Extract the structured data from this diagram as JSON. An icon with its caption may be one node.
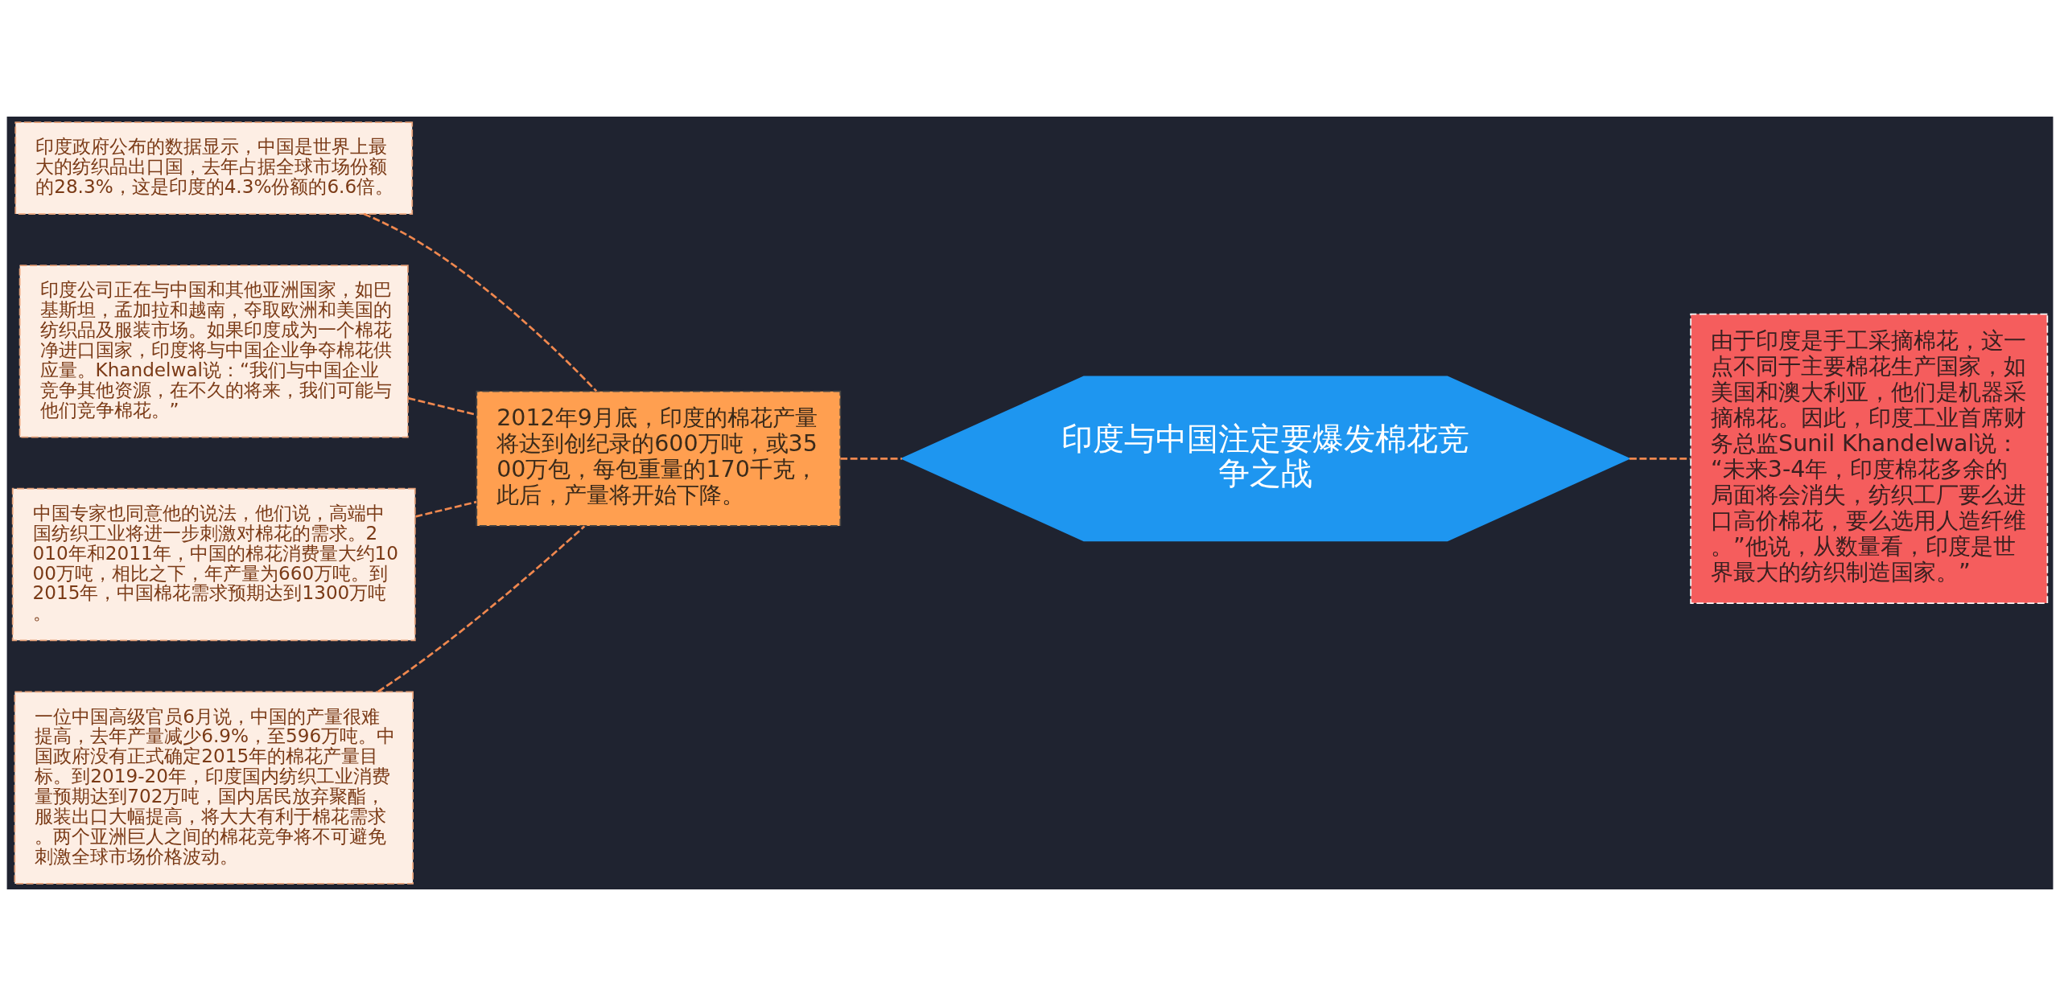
{
  "diagram": {
    "nodes": [
      {
        "text": [
          "印度与中国注定要爆发棉花竞争之战"
        ]
      },
      {
        "text": [
          "由于印度是手工采摘棉花，这一点不同于主要棉花生产国家，如美国和澳大利亚，他们是机器采摘棉花。因此，印度工业首席财务总监Sunil Khandelwal说：“未来3-4年，印度棉花多余的局面将会消失，纺织工厂要么进口高价棉花，要么选用人造纤维。”他说，从数量看，印度是世界最大的纺织制造国家。”"
        ]
      },
      {
        "text": [
          "2012年9月底，印度的棉花产量将达到创纪录的600万吨，或3500万包，每包重量的170千克，此后，产量将开始下降。"
        ]
      },
      {
        "text": [
          "印度政府公布的数据显示，中国是世界上最大的纺织品出口国，去年占据全球市场份额的28.3%，这是印度的4.3%份额的6.6倍。"
        ]
      },
      {
        "text": [
          "印度公司正在与中国和其他亚洲国家，如巴基斯坦，孟加拉和越南，夺取欧洲和美国的纺织品及服装市场。如果印度成为一个棉花净进口国家，印度将与中国企业争夺棉花供应量。Khandelwal说：“我们与中国企业竞争其他资源，在不久的将来，我们可能与他们竞争棉花。”"
        ]
      },
      {
        "text": [
          "中国专家也同意他的说法，他们说，高端中国纺织工业将进一步刺激对棉花的需求。2010年和2011年，中国的棉花消费量大约1000万吨，相比之下，年产量为660万吨。到2015年，中国棉花需求预期达到1300万吨。"
        ]
      },
      {
        "text": [
          "一位中国高级官员6月说，中国的产量很难提高，去年产量减少6.9%，至596万吨。中国政府没有正式确定2015年的棉花产量目标。到2019-20年，印度国内纺织工业消费量预期达到702万吨，国内居民放弃聚酯，服装出口大幅提高，将大大有利于棉花需求。两个亚洲巨人之间的棉花竞争将不可避免刺激全球市场价格波动。"
        ]
      }
    ],
    "edges": [
      {
        "from": 0,
        "to": 1,
        "arrow": "none",
        "style": "dashed"
      },
      {
        "from": 2,
        "to": 0,
        "arrow": "none",
        "style": "dashed"
      },
      {
        "from": 3,
        "to": 2,
        "arrow": "none",
        "style": "dashed"
      },
      {
        "from": 4,
        "to": 2,
        "arrow": "none",
        "style": "dashed"
      },
      {
        "from": 5,
        "to": 2,
        "arrow": "none",
        "style": "dashed"
      },
      {
        "from": 6,
        "to": 2,
        "arrow": "none",
        "style": "dashed"
      }
    ]
  }
}
